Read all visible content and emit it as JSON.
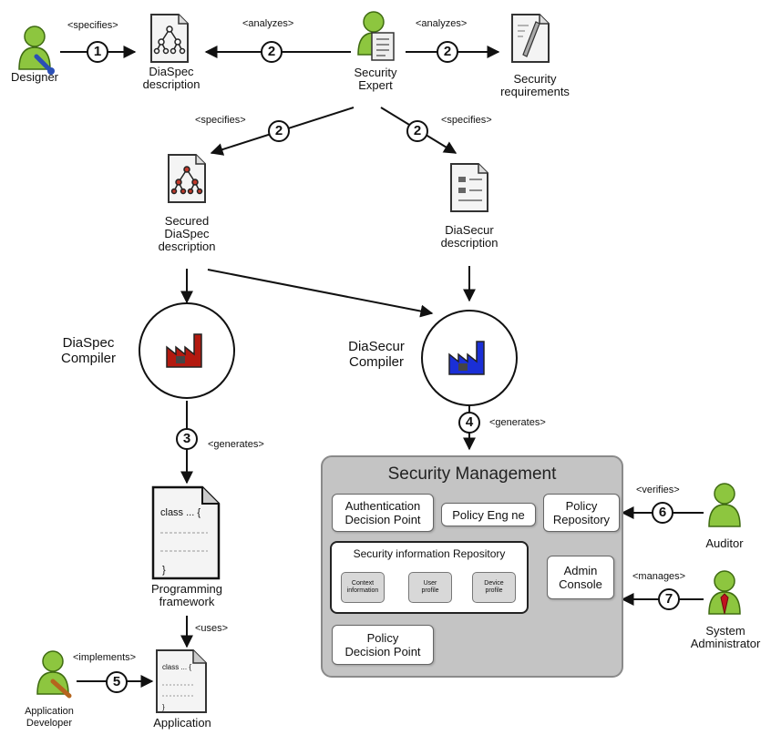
{
  "actors": {
    "designer": "Designer",
    "security_expert": "Security\nExpert",
    "auditor": "Auditor",
    "system_administrator": "System\nAdministrator",
    "application_developer": "Application\nDeveloper"
  },
  "artifacts": {
    "diaspec_description": "DiaSpec\ndescription",
    "security_requirements": "Security\nrequirements",
    "secured_diaspec_description": "Secured\nDiaSpec\ndescription",
    "diasecur_description": "DiaSecur\ndescription",
    "programming_framework": "Programming\nframework",
    "application": "Application",
    "doc_text": "class ... {",
    "doc_close": "}"
  },
  "compilers": {
    "diaspec_compiler": "DiaSpec\nCompiler",
    "diasecur_compiler": "DiaSecur\nCompiler"
  },
  "relations": {
    "specifies": "<specifies>",
    "analyzes": "<analyzes>",
    "generates": "<generates>",
    "uses": "<uses>",
    "implements": "<implements>",
    "verifies": "<verifies>",
    "manages": "<manages>"
  },
  "steps": [
    "1",
    "2",
    "3",
    "4",
    "5",
    "6",
    "7"
  ],
  "security_management": {
    "title": "Security Management",
    "authentication_decision_point": "Authentication\nDecision Point",
    "policy_engine": "Policy Eng ne",
    "policy_repository": "Policy\nRepository",
    "security_information_repository": "Security information Repository",
    "context_information": "Context\ninformation",
    "user_profile": "User\nprofile",
    "device_profile": "Device\nprofile",
    "admin_console": "Admin\nConsole",
    "policy_decision_point": "Policy\nDecision Point"
  },
  "colors": {
    "actor_green": "#8dc63f",
    "factory_red": "#b3190f",
    "factory_blue": "#1a2fd6",
    "tie_red": "#c1121f",
    "panel_gray": "#c4c4c4"
  }
}
